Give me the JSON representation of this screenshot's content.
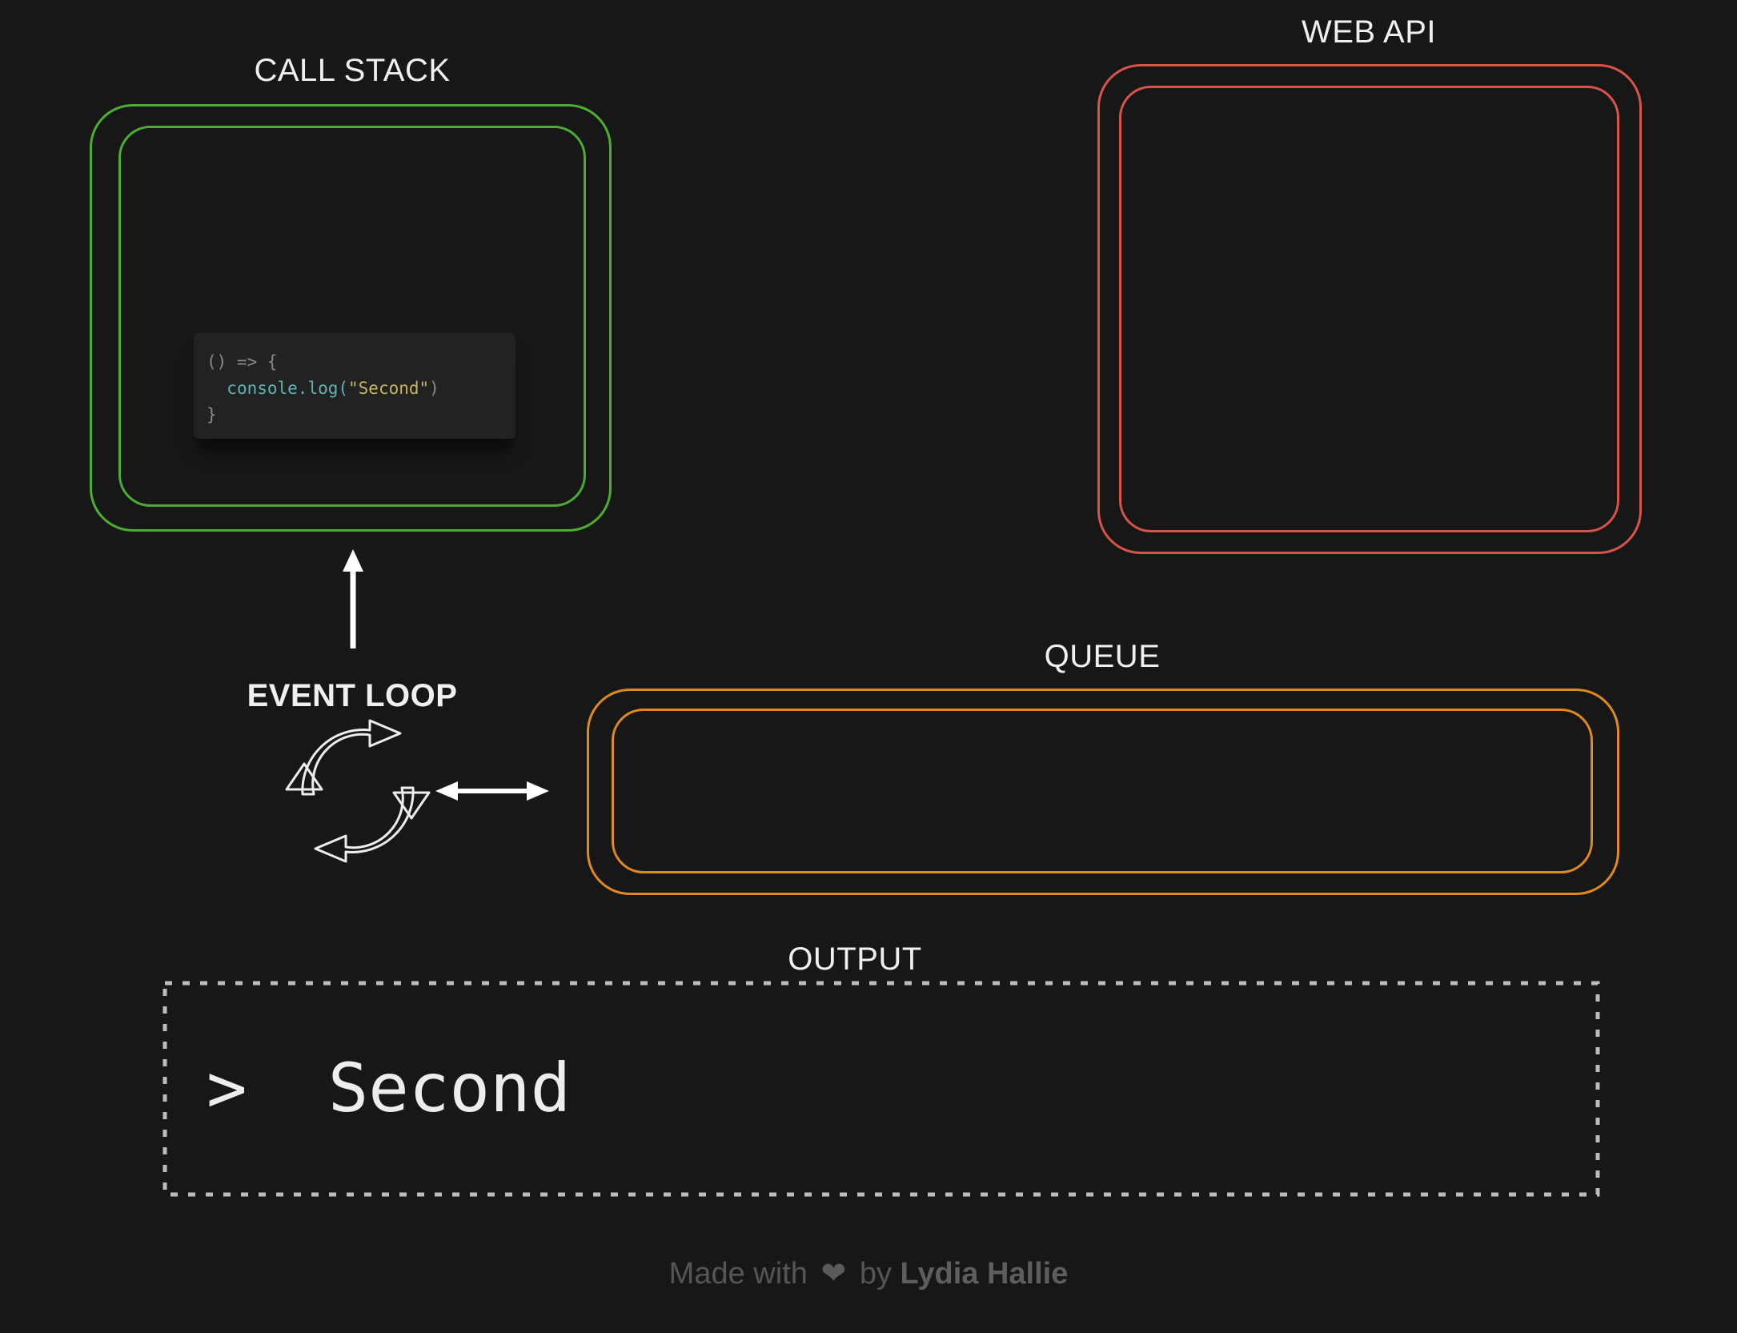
{
  "sections": {
    "call_stack": {
      "title": "CALL STACK",
      "color": "#4cae2f"
    },
    "web_api": {
      "title": "WEB API",
      "color": "#d9534a"
    },
    "queue": {
      "title": "QUEUE",
      "color": "#e08a1e"
    },
    "event_loop": {
      "title": "EVENT LOOP"
    },
    "output": {
      "title": "OUTPUT",
      "prompt": ">",
      "text": "Second"
    }
  },
  "code_card": {
    "line1": "() => {",
    "line2_indent": "  ",
    "line2_fn": "console.log(",
    "line2_str": "\"Second\"",
    "line2_close": ")",
    "line3": "}"
  },
  "footer": {
    "made_with": "Made with",
    "heart": "❤",
    "by": "by",
    "author": "Lydia Hallie"
  },
  "icons": {
    "event_loop_icon": "refresh-icon",
    "up_arrow": "arrow-up-icon",
    "double_arrow": "arrow-left-right-icon"
  }
}
